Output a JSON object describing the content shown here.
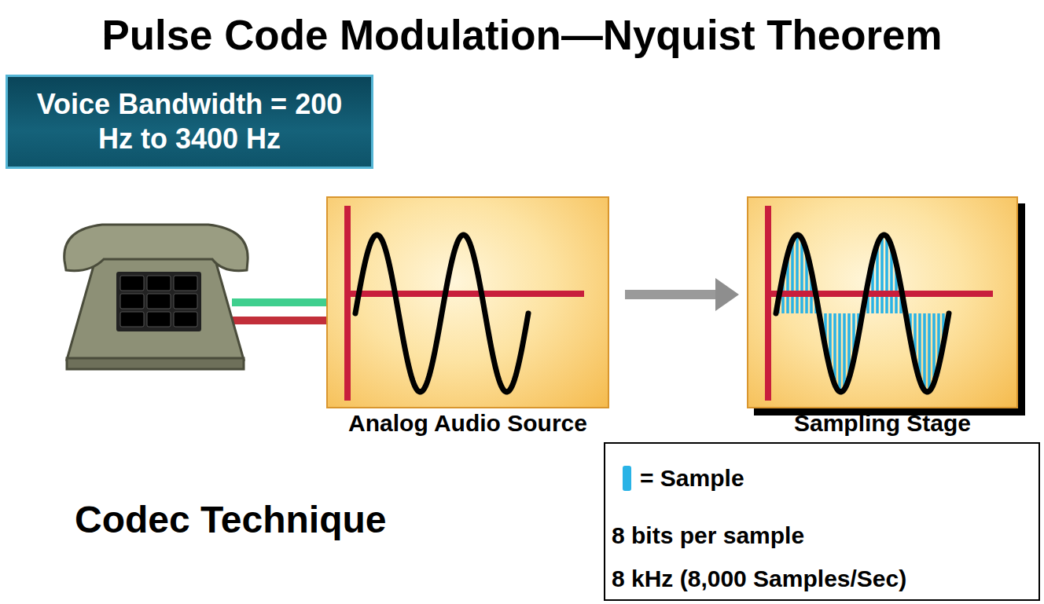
{
  "diagram": {
    "title": "Pulse Code Modulation—Nyquist Theorem",
    "nodes": [
      {
        "text": [
          "Voice Bandwidth = 200 Hz to 3400 Hz"
        ]
      },
      {
        "text": [
          "Analog Audio Source"
        ]
      },
      {
        "text": [
          "Sampling Stage"
        ]
      },
      {
        "text": [
          "8 bits per sample",
          "8 kHz (8,000 Samples/Sec)"
        ]
      }
    ],
    "edges": [
      {
        "from": 1,
        "to": 2,
        "arrow": "to"
      }
    ],
    "labels": [
      "Codec Technique"
    ],
    "legend": [
      {
        "text": "= Sample",
        "color": "#29b3e6"
      }
    ]
  }
}
